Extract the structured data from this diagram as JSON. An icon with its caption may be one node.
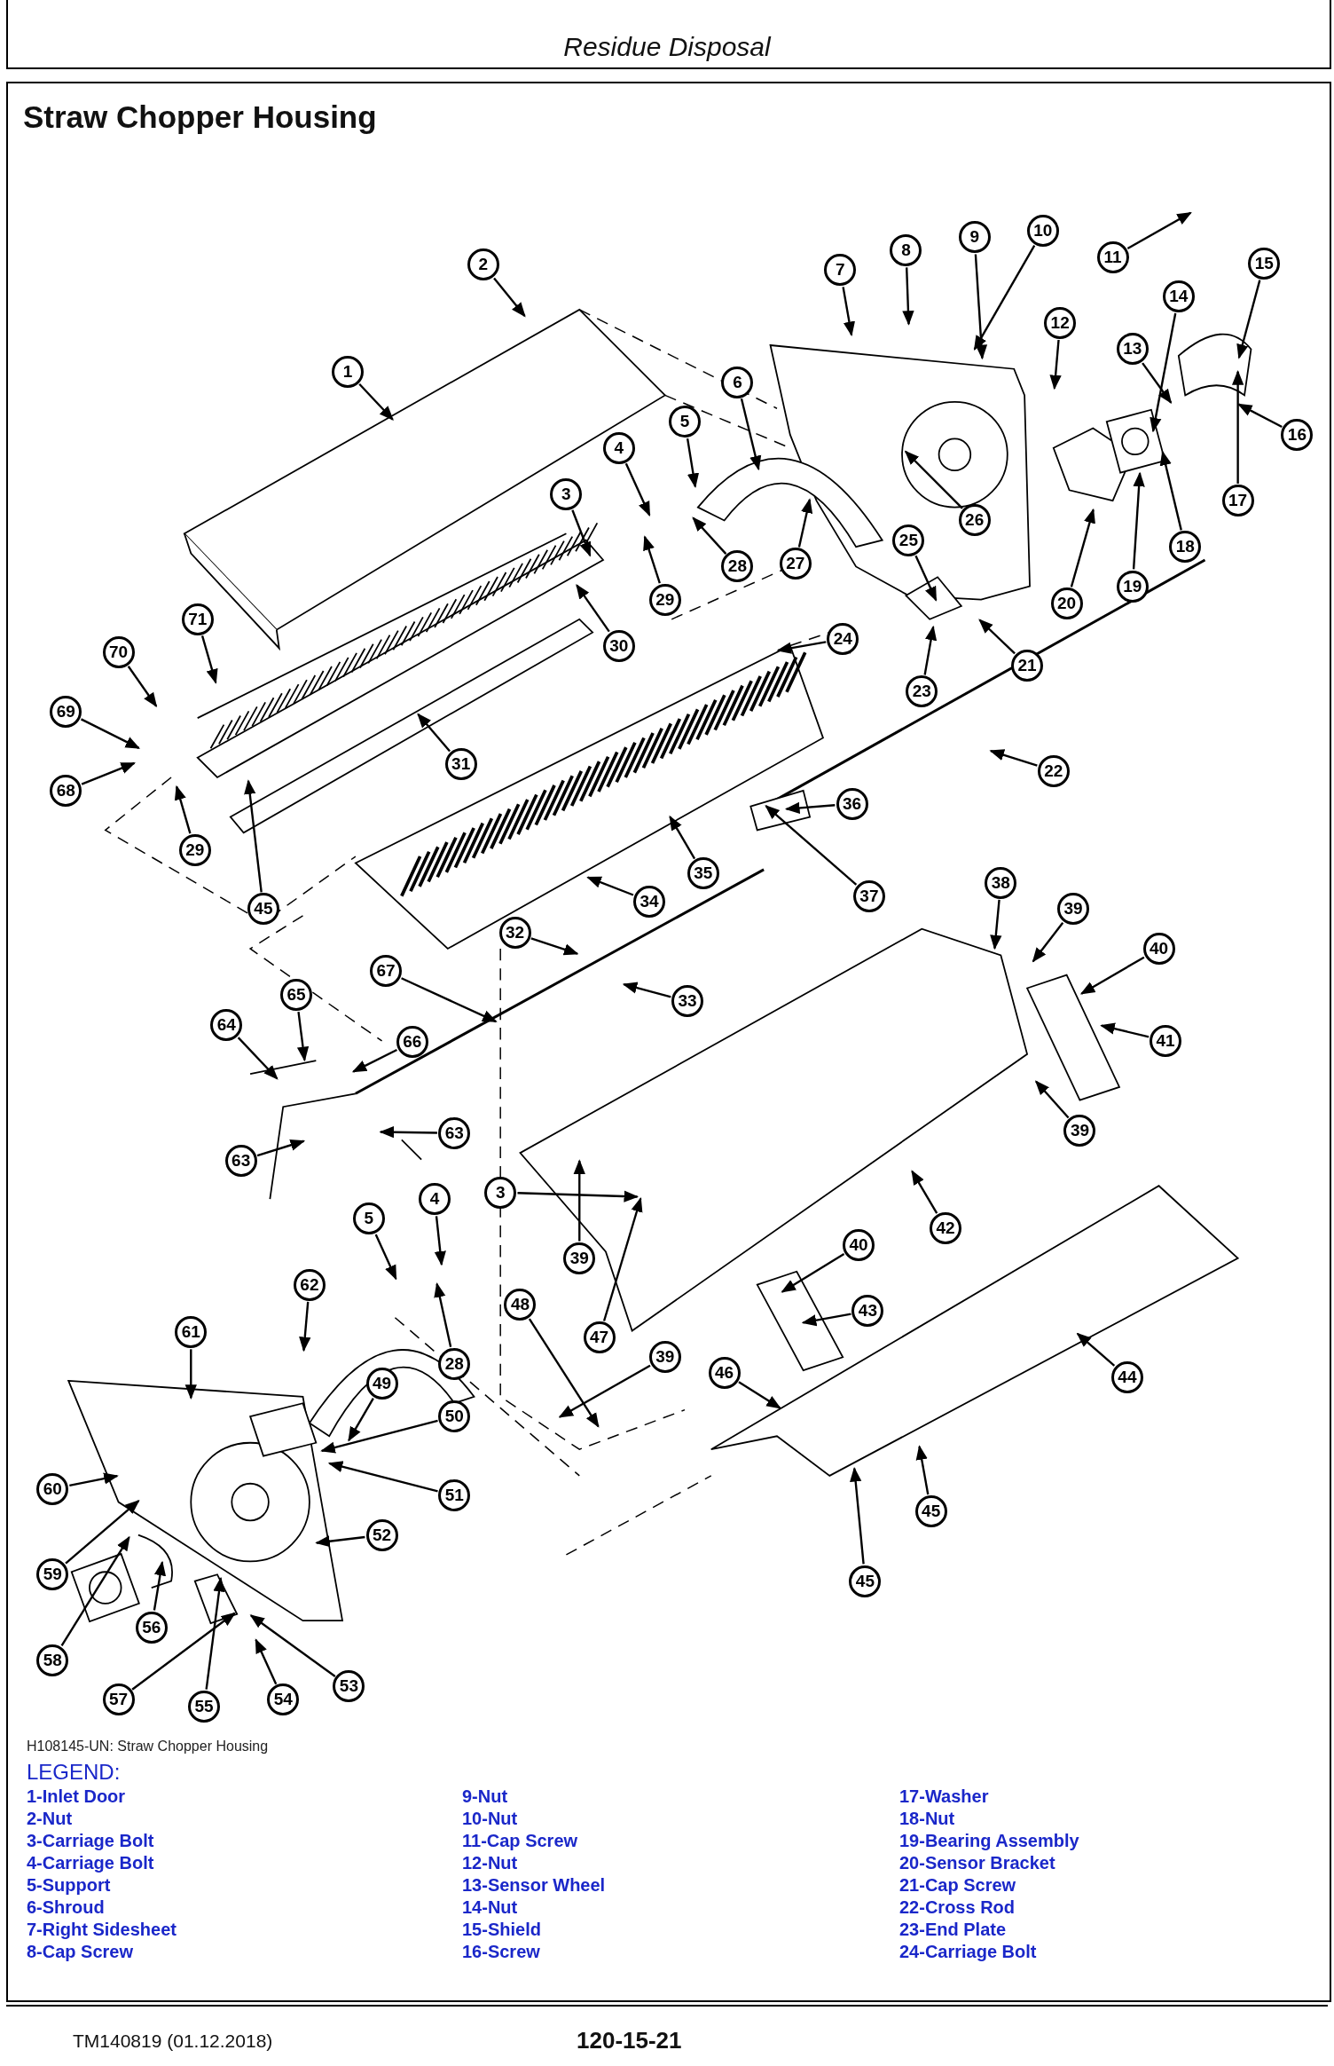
{
  "diagram": {
    "title": "Straw Chopper Housing",
    "caption": "H108145-UN: Straw Chopper Housing",
    "nodes": [
      {
        "text": [
          "1"
        ]
      },
      {
        "text": [
          "2"
        ]
      },
      {
        "text": [
          "3"
        ]
      },
      {
        "text": [
          "4"
        ]
      },
      {
        "text": [
          "5"
        ]
      },
      {
        "text": [
          "6"
        ]
      },
      {
        "text": [
          "7"
        ]
      },
      {
        "text": [
          "8"
        ]
      },
      {
        "text": [
          "9"
        ]
      },
      {
        "text": [
          "10"
        ]
      },
      {
        "text": [
          "11"
        ]
      },
      {
        "text": [
          "12"
        ]
      },
      {
        "text": [
          "13"
        ]
      },
      {
        "text": [
          "14"
        ]
      },
      {
        "text": [
          "15"
        ]
      },
      {
        "text": [
          "16"
        ]
      },
      {
        "text": [
          "17"
        ]
      },
      {
        "text": [
          "18"
        ]
      },
      {
        "text": [
          "19"
        ]
      },
      {
        "text": [
          "20"
        ]
      },
      {
        "text": [
          "21"
        ]
      },
      {
        "text": [
          "22"
        ]
      },
      {
        "text": [
          "23"
        ]
      },
      {
        "text": [
          "24"
        ]
      },
      {
        "text": [
          "25"
        ]
      },
      {
        "text": [
          "26"
        ]
      },
      {
        "text": [
          "27"
        ]
      },
      {
        "text": [
          "28"
        ]
      },
      {
        "text": [
          "29"
        ]
      },
      {
        "text": [
          "30"
        ]
      },
      {
        "text": [
          "31"
        ]
      },
      {
        "text": [
          "32"
        ]
      },
      {
        "text": [
          "33"
        ]
      },
      {
        "text": [
          "34"
        ]
      },
      {
        "text": [
          "35"
        ]
      },
      {
        "text": [
          "36"
        ]
      },
      {
        "text": [
          "37"
        ]
      },
      {
        "text": [
          "38"
        ]
      },
      {
        "text": [
          "39"
        ]
      },
      {
        "text": [
          "40"
        ]
      },
      {
        "text": [
          "41"
        ]
      },
      {
        "text": [
          "39"
        ]
      },
      {
        "text": [
          "42"
        ]
      },
      {
        "text": [
          "43"
        ]
      },
      {
        "text": [
          "40"
        ]
      },
      {
        "text": [
          "44"
        ]
      },
      {
        "text": [
          "45"
        ]
      },
      {
        "text": [
          "45"
        ]
      },
      {
        "text": [
          "46"
        ]
      },
      {
        "text": [
          "39"
        ]
      },
      {
        "text": [
          "47"
        ]
      },
      {
        "text": [
          "39"
        ]
      },
      {
        "text": [
          "48"
        ]
      },
      {
        "text": [
          "28"
        ]
      },
      {
        "text": [
          "3"
        ]
      },
      {
        "text": [
          "4"
        ]
      },
      {
        "text": [
          "5"
        ]
      },
      {
        "text": [
          "62"
        ]
      },
      {
        "text": [
          "61"
        ]
      },
      {
        "text": [
          "49"
        ]
      },
      {
        "text": [
          "50"
        ]
      },
      {
        "text": [
          "51"
        ]
      },
      {
        "text": [
          "52"
        ]
      },
      {
        "text": [
          "60"
        ]
      },
      {
        "text": [
          "59"
        ]
      },
      {
        "text": [
          "58"
        ]
      },
      {
        "text": [
          "57"
        ]
      },
      {
        "text": [
          "56"
        ]
      },
      {
        "text": [
          "55"
        ]
      },
      {
        "text": [
          "54"
        ]
      },
      {
        "text": [
          "53"
        ]
      },
      {
        "text": [
          "29"
        ]
      },
      {
        "text": [
          "45"
        ]
      },
      {
        "text": [
          "68"
        ]
      },
      {
        "text": [
          "69"
        ]
      },
      {
        "text": [
          "70"
        ]
      },
      {
        "text": [
          "71"
        ]
      },
      {
        "text": [
          "67"
        ]
      },
      {
        "text": [
          "64"
        ]
      },
      {
        "text": [
          "65"
        ]
      },
      {
        "text": [
          "66"
        ]
      },
      {
        "text": [
          "63"
        ]
      },
      {
        "text": [
          "63"
        ]
      }
    ],
    "edges": [
      {
        "from": 0,
        "to": null,
        "arrow": "to"
      },
      {
        "from": 1,
        "to": null,
        "arrow": "to"
      },
      {
        "from": 2,
        "to": null,
        "arrow": "to"
      },
      {
        "from": 3,
        "to": null,
        "arrow": "to"
      },
      {
        "from": 4,
        "to": null,
        "arrow": "to"
      },
      {
        "from": 5,
        "to": null,
        "arrow": "to"
      },
      {
        "from": 6,
        "to": null,
        "arrow": "to"
      },
      {
        "from": 7,
        "to": null,
        "arrow": "to"
      },
      {
        "from": 8,
        "to": null,
        "arrow": "to"
      },
      {
        "from": 9,
        "to": null,
        "arrow": "to"
      },
      {
        "from": 10,
        "to": null,
        "arrow": "to"
      },
      {
        "from": 11,
        "to": null,
        "arrow": "to"
      },
      {
        "from": 12,
        "to": null,
        "arrow": "to"
      },
      {
        "from": 13,
        "to": null,
        "arrow": "to"
      },
      {
        "from": 14,
        "to": null,
        "arrow": "to"
      },
      {
        "from": 15,
        "to": null,
        "arrow": "to"
      },
      {
        "from": 16,
        "to": null,
        "arrow": "to"
      },
      {
        "from": 17,
        "to": null,
        "arrow": "to"
      },
      {
        "from": 18,
        "to": null,
        "arrow": "to"
      },
      {
        "from": 19,
        "to": null,
        "arrow": "to"
      },
      {
        "from": 20,
        "to": null,
        "arrow": "to"
      },
      {
        "from": 21,
        "to": null,
        "arrow": "to"
      },
      {
        "from": 22,
        "to": null,
        "arrow": "to"
      },
      {
        "from": 23,
        "to": null,
        "arrow": "to"
      },
      {
        "from": 24,
        "to": null,
        "arrow": "to"
      },
      {
        "from": 25,
        "to": null,
        "arrow": "to"
      },
      {
        "from": 26,
        "to": null,
        "arrow": "to"
      },
      {
        "from": 27,
        "to": null,
        "arrow": "to"
      },
      {
        "from": 28,
        "to": null,
        "arrow": "to"
      },
      {
        "from": 29,
        "to": null,
        "arrow": "to"
      },
      {
        "from": 30,
        "to": null,
        "arrow": "to"
      },
      {
        "from": 31,
        "to": null,
        "arrow": "to"
      },
      {
        "from": 32,
        "to": null,
        "arrow": "to"
      },
      {
        "from": 33,
        "to": null,
        "arrow": "to"
      },
      {
        "from": 34,
        "to": null,
        "arrow": "to"
      },
      {
        "from": 35,
        "to": null,
        "arrow": "to"
      },
      {
        "from": 36,
        "to": null,
        "arrow": "to"
      },
      {
        "from": 37,
        "to": null,
        "arrow": "to"
      },
      {
        "from": 38,
        "to": null,
        "arrow": "to"
      },
      {
        "from": 39,
        "to": null,
        "arrow": "to"
      },
      {
        "from": 40,
        "to": null,
        "arrow": "to"
      },
      {
        "from": 41,
        "to": null,
        "arrow": "to"
      },
      {
        "from": 42,
        "to": null,
        "arrow": "to"
      },
      {
        "from": 43,
        "to": null,
        "arrow": "to"
      },
      {
        "from": 44,
        "to": null,
        "arrow": "to"
      },
      {
        "from": 45,
        "to": null,
        "arrow": "to"
      },
      {
        "from": 46,
        "to": null,
        "arrow": "to"
      },
      {
        "from": 47,
        "to": null,
        "arrow": "to"
      },
      {
        "from": 48,
        "to": null,
        "arrow": "to"
      },
      {
        "from": 49,
        "to": null,
        "arrow": "to"
      },
      {
        "from": 50,
        "to": null,
        "arrow": "to"
      },
      {
        "from": 51,
        "to": null,
        "arrow": "to"
      },
      {
        "from": 52,
        "to": null,
        "arrow": "to"
      },
      {
        "from": 53,
        "to": null,
        "arrow": "to"
      },
      {
        "from": 54,
        "to": null,
        "arrow": "to"
      },
      {
        "from": 55,
        "to": null,
        "arrow": "to"
      },
      {
        "from": 56,
        "to": null,
        "arrow": "to"
      },
      {
        "from": 57,
        "to": null,
        "arrow": "to"
      },
      {
        "from": 58,
        "to": null,
        "arrow": "to"
      },
      {
        "from": 59,
        "to": null,
        "arrow": "to"
      },
      {
        "from": 60,
        "to": null,
        "arrow": "to"
      },
      {
        "from": 61,
        "to": null,
        "arrow": "to"
      },
      {
        "from": 62,
        "to": null,
        "arrow": "to"
      },
      {
        "from": 63,
        "to": null,
        "arrow": "to"
      },
      {
        "from": 64,
        "to": null,
        "arrow": "to"
      },
      {
        "from": 65,
        "to": null,
        "arrow": "to"
      },
      {
        "from": 66,
        "to": null,
        "arrow": "to"
      },
      {
        "from": 67,
        "to": null,
        "arrow": "to"
      },
      {
        "from": 68,
        "to": null,
        "arrow": "to"
      },
      {
        "from": 69,
        "to": null,
        "arrow": "to"
      },
      {
        "from": 70,
        "to": null,
        "arrow": "to"
      },
      {
        "from": 71,
        "to": null,
        "arrow": "to"
      },
      {
        "from": 72,
        "to": null,
        "arrow": "to"
      },
      {
        "from": 73,
        "to": null,
        "arrow": "to"
      },
      {
        "from": 74,
        "to": null,
        "arrow": "to"
      },
      {
        "from": 75,
        "to": null,
        "arrow": "to"
      },
      {
        "from": 76,
        "to": null,
        "arrow": "to"
      },
      {
        "from": 77,
        "to": null,
        "arrow": "to"
      },
      {
        "from": 78,
        "to": null,
        "arrow": "to"
      },
      {
        "from": 79,
        "to": null,
        "arrow": "to"
      },
      {
        "from": 80,
        "to": null,
        "arrow": "to"
      },
      {
        "from": 81,
        "to": null,
        "arrow": "to"
      },
      {
        "from": 82,
        "to": null,
        "arrow": "to"
      }
    ],
    "labels": [
      "Residue Disposal",
      "LEGEND:",
      "1-Inlet Door",
      "2-Nut",
      "3-Carriage Bolt",
      "4-Carriage Bolt",
      "5-Support",
      "6-Shroud",
      "7-Right Sidesheet",
      "8-Cap Screw",
      "9-Nut",
      "10-Nut",
      "11-Cap Screw",
      "12-Nut",
      "13-Sensor Wheel",
      "14-Nut",
      "15-Shield",
      "16-Screw",
      "17-Washer",
      "18-Nut",
      "19-Bearing Assembly",
      "20-Sensor Bracket",
      "21-Cap Screw",
      "22-Cross Rod",
      "23-End Plate",
      "24-Carriage Bolt",
      "TM140819 (01.12.2018)",
      "120-15-21"
    ]
  }
}
